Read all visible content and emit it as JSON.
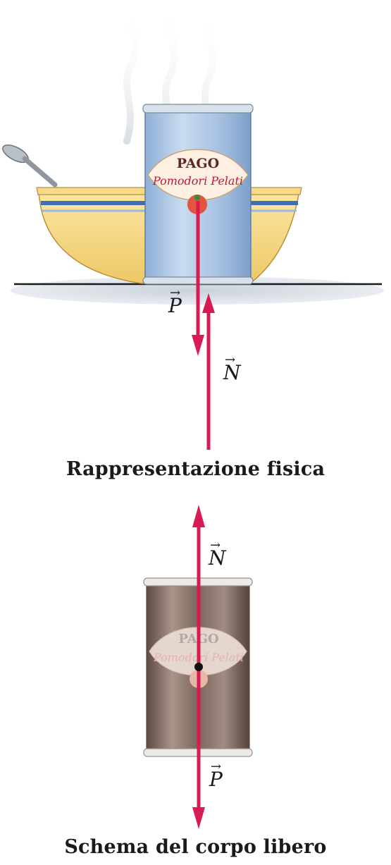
{
  "physical_representation": {
    "caption": "Rappresentazione fisica",
    "can_brand": "PAGO",
    "can_product": "Pomodori Pelati",
    "weight_vector": "P",
    "normal_vector": "N"
  },
  "free_body_diagram": {
    "caption": "Schema del corpo libero",
    "can_brand": "PAGO",
    "can_product": "Pomodori Pelati",
    "weight_vector": "P",
    "normal_vector": "N"
  },
  "colors": {
    "force_arrow": "#d81b53",
    "can_blue": "#a9c3e0",
    "bowl_yellow": "#f6d98a",
    "bowl_stripe": "#3f6fb3",
    "fbd_can": "#8b7a70"
  }
}
